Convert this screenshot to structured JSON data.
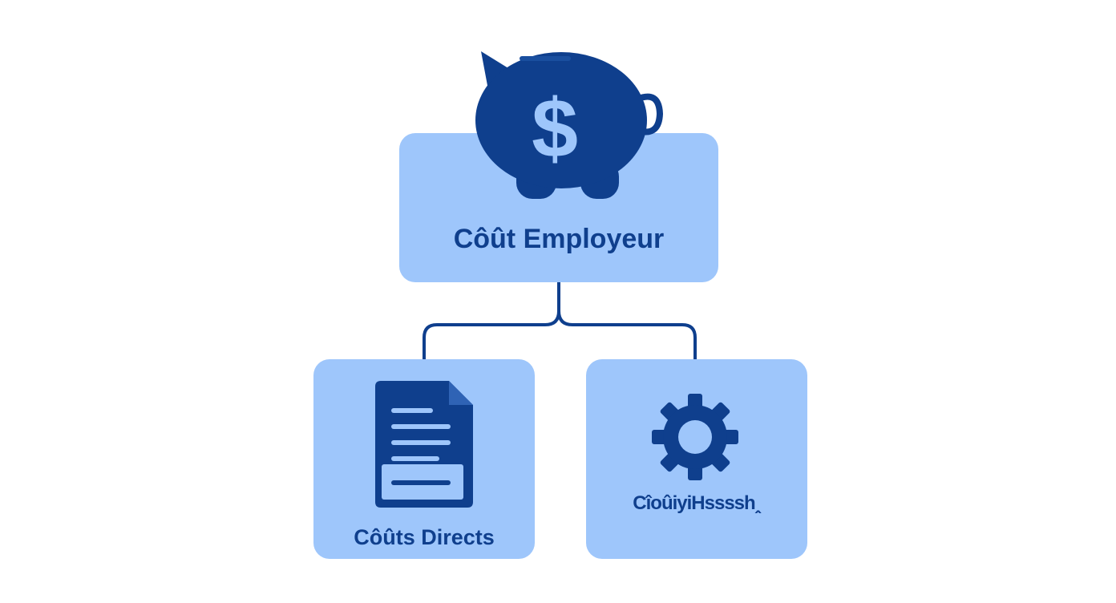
{
  "diagram": {
    "root": {
      "label": "Côût Employeur",
      "icon": "piggy-bank-dollar-icon"
    },
    "children": [
      {
        "label": "Côûts Directs",
        "icon": "document-icon"
      },
      {
        "label": "CîoûiyiHsssshꞈ",
        "icon": "gear-icon"
      }
    ]
  },
  "colors": {
    "box_fill": "#9ec6fb",
    "icon_dark": "#0f3f8d",
    "connector": "#0f3f8d",
    "background": "#ffffff",
    "dollar_sign": "#9ec6fb"
  }
}
